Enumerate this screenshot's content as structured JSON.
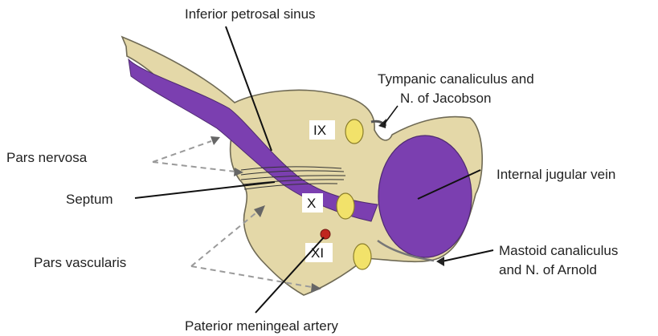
{
  "colors": {
    "tissue": "#e4d8a8",
    "vein": "#7b3fb0",
    "nerve": "#f2e26a",
    "artery": "#c0261f",
    "leader": "#111111",
    "dashed": "#9a9a9a"
  },
  "labels": {
    "inferior_petrosal_sinus": "Inferior petrosal sinus",
    "tympanic_line1": "Tympanic canaliculus and",
    "tympanic_line2": "N. of Jacobson",
    "pars_nervosa": "Pars nervosa",
    "internal_jugular_vein": "Internal jugular vein",
    "septum": "Septum",
    "mastoid_line1": "Mastoid canaliculus",
    "mastoid_line2": "and N. of Arnold",
    "pars_vascularis": "Pars vascularis",
    "paterior_meningeal_artery": "Paterior meningeal artery"
  },
  "nerves": {
    "ix": "IX",
    "x": "X",
    "xi": "XI"
  }
}
